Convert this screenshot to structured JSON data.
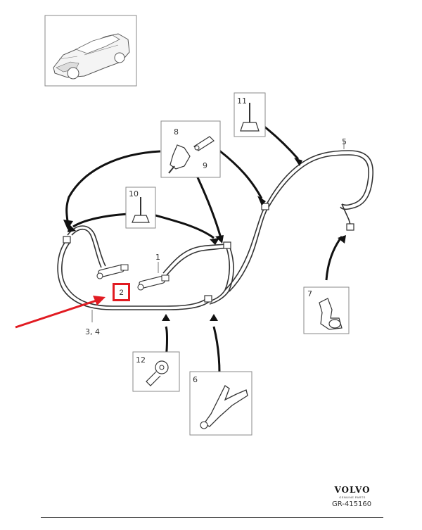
{
  "diagram": {
    "part_labels": {
      "p1": "1",
      "p2": "2",
      "p34": "3, 4",
      "p5": "5",
      "p6": "6",
      "p7": "7",
      "p8": "8",
      "p9": "9",
      "p10": "10",
      "p11": "11",
      "p12": "12"
    },
    "highlight_color": "#e11b22",
    "arrow_color": "#e11b22"
  },
  "footer": {
    "brand": "VOLVO",
    "brand_sub": "GENUINE PARTS",
    "reference": "GR-415160"
  }
}
